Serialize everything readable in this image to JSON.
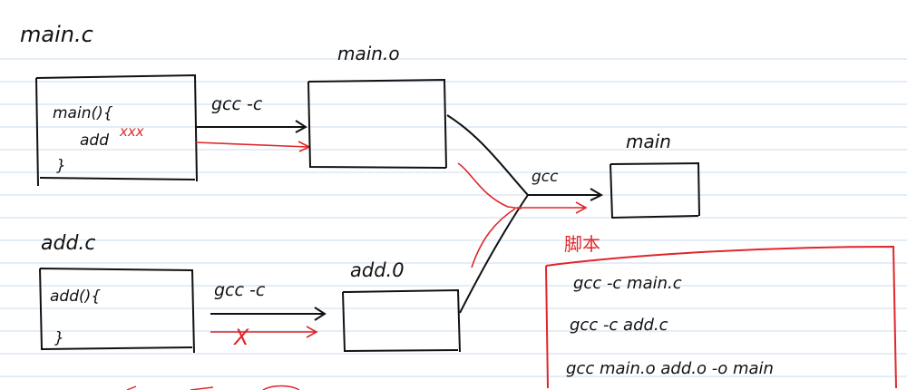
{
  "colors": {
    "ruling": "#c9dcef",
    "ink": "#111111",
    "red": "#e0262a"
  },
  "labels": {
    "main_c": "main.c",
    "main_o": "main.o",
    "main_exe": "main",
    "add_c": "add.c",
    "add_o": "add.0",
    "gcc_c_top": "gcc  -c",
    "gcc_c_bottom": "gcc  -c",
    "gcc_link": "gcc"
  },
  "code": {
    "main_line1": "main(){",
    "main_line2": "add",
    "main_line2_mark": "xxx",
    "main_line3": "}",
    "add_line1": "add(){",
    "add_line2": "}"
  },
  "script_box": {
    "title": "脚本",
    "lines": [
      "gcc  -c   main.c",
      "gcc  -c  add.c",
      "gcc   main.o  add.o  -o  main"
    ]
  },
  "marks": {
    "red_cross": "X"
  }
}
